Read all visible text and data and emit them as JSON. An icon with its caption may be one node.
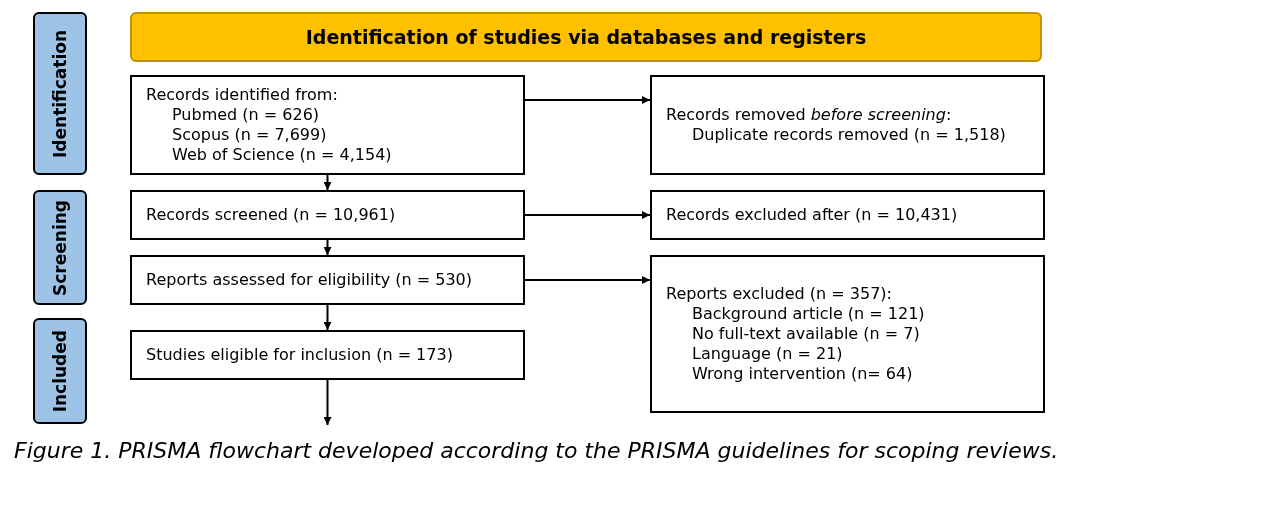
{
  "diagram": {
    "caption": "Figure 1. PRISMA flowchart developed according to the PRISMA guidelines for scoping reviews.",
    "nodes": [
      {
        "text": [
          "Identification of studies via databases and registers"
        ]
      },
      {
        "text": [
          "Identification"
        ]
      },
      {
        "text": [
          "Screening"
        ]
      },
      {
        "text": [
          "Included"
        ]
      },
      {
        "text": [
          "Records identified from:",
          "Pubmed (n = 626)",
          "Scopus (n = 7,699)",
          "Web of Science (n = 4,154)"
        ]
      },
      {
        "text": [
          "Records removed *before screening*:",
          "Duplicate records removed  (n = 1,518)"
        ]
      },
      {
        "text": [
          "Records screened (n = 10,961)"
        ]
      },
      {
        "text": [
          "Records excluded after (n = 10,431)"
        ]
      },
      {
        "text": [
          "Reports assessed for eligibility (n = 530)"
        ]
      },
      {
        "text": [
          "Reports excluded (n = 357):",
          "Background article (n = 121)",
          "No full-text available (n = 7)",
          "Language (n = 21)",
          "Wrong intervention (n= 64)"
        ]
      },
      {
        "text": [
          "Studies eligible for inclusion (n = 173)"
        ]
      }
    ],
    "edges": [
      {
        "from": 4,
        "to": 5,
        "arrow": "to"
      },
      {
        "from": 4,
        "to": 6,
        "arrow": "to"
      },
      {
        "from": 6,
        "to": 7,
        "arrow": "to"
      },
      {
        "from": 6,
        "to": 8,
        "arrow": "to"
      },
      {
        "from": 8,
        "to": 9,
        "arrow": "to"
      },
      {
        "from": 8,
        "to": 10,
        "arrow": "to"
      },
      {
        "from": 10,
        "to": null,
        "arrow": "to"
      }
    ]
  }
}
